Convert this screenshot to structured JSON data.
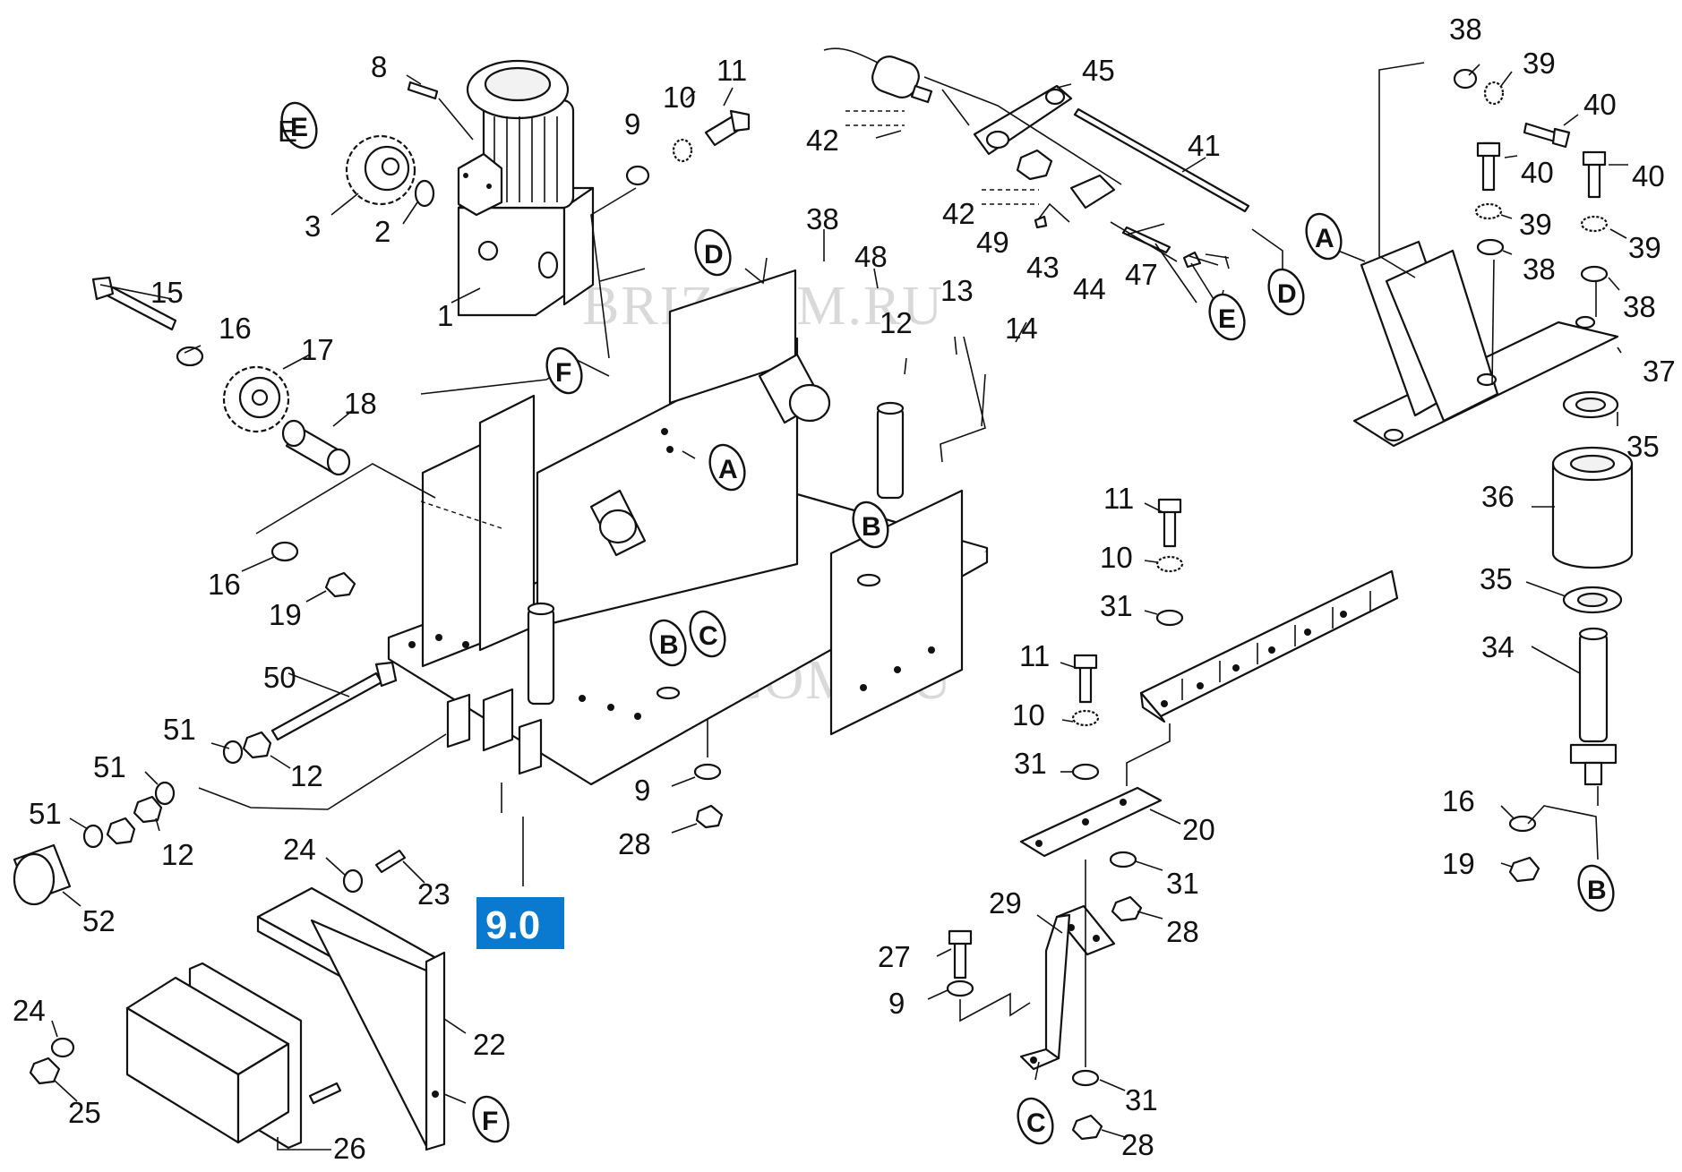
{
  "watermark": "BRIZCOM.RU",
  "page_badge": "9.0",
  "colors": {
    "badge": "#0a7ad0",
    "ink": "#111111",
    "watermark": "#d9d9d9"
  },
  "part_labels": [
    "8",
    "11",
    "10",
    "9",
    "42",
    "45",
    "41",
    "38",
    "39",
    "40",
    "40",
    "40",
    "39",
    "39",
    "38",
    "38",
    "37",
    "35",
    "36",
    "35",
    "34",
    "16",
    "19",
    "E",
    "3",
    "2",
    "1",
    "D",
    "38",
    "48",
    "13",
    "12",
    "14",
    "42",
    "49",
    "43",
    "44",
    "47",
    "D",
    "E",
    "A",
    "F",
    "A",
    "B",
    "15",
    "16",
    "17",
    "18",
    "16",
    "19",
    "B",
    "C",
    "11",
    "10",
    "31",
    "11",
    "10",
    "31",
    "20",
    "31",
    "28",
    "29",
    "27",
    "9",
    "31",
    "28",
    "C",
    "50",
    "51",
    "12",
    "51",
    "12",
    "51",
    "52",
    "24",
    "23",
    "24",
    "25",
    "22",
    "26",
    "F",
    "9",
    "28"
  ],
  "callout_letters": [
    "E",
    "D",
    "A",
    "F",
    "A",
    "B",
    "B",
    "C",
    "D",
    "E",
    "B",
    "C",
    "F"
  ]
}
